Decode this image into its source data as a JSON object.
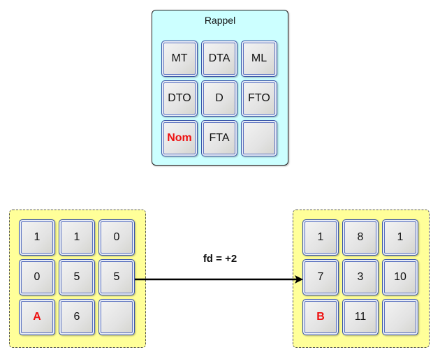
{
  "rappel": {
    "title": "Rappel",
    "tiles": [
      {
        "label": "MT",
        "highlight": false
      },
      {
        "label": "DTA",
        "highlight": false
      },
      {
        "label": "ML",
        "highlight": false
      },
      {
        "label": "DTO",
        "highlight": false
      },
      {
        "label": "D",
        "highlight": false
      },
      {
        "label": "FTO",
        "highlight": false
      },
      {
        "label": "Nom",
        "highlight": true
      },
      {
        "label": "FTA",
        "highlight": false
      },
      {
        "label": "",
        "highlight": false
      }
    ]
  },
  "grid_a": {
    "tiles": [
      {
        "label": "1",
        "highlight": false
      },
      {
        "label": "1",
        "highlight": false
      },
      {
        "label": "0",
        "highlight": false
      },
      {
        "label": "0",
        "highlight": false
      },
      {
        "label": "5",
        "highlight": false
      },
      {
        "label": "5",
        "highlight": false
      },
      {
        "label": "A",
        "highlight": true
      },
      {
        "label": "6",
        "highlight": false
      },
      {
        "label": "",
        "highlight": false
      }
    ]
  },
  "grid_b": {
    "tiles": [
      {
        "label": "1",
        "highlight": false
      },
      {
        "label": "8",
        "highlight": false
      },
      {
        "label": "1",
        "highlight": false
      },
      {
        "label": "7",
        "highlight": false
      },
      {
        "label": "3",
        "highlight": false
      },
      {
        "label": "10",
        "highlight": false
      },
      {
        "label": "B",
        "highlight": true
      },
      {
        "label": "11",
        "highlight": false
      },
      {
        "label": "",
        "highlight": false
      }
    ]
  },
  "transition": {
    "label": "fd = +2"
  },
  "colors": {
    "highlight_text": "#ee1111",
    "rappel_fill": "#ccffff",
    "grid_fill": "#ffff99"
  }
}
